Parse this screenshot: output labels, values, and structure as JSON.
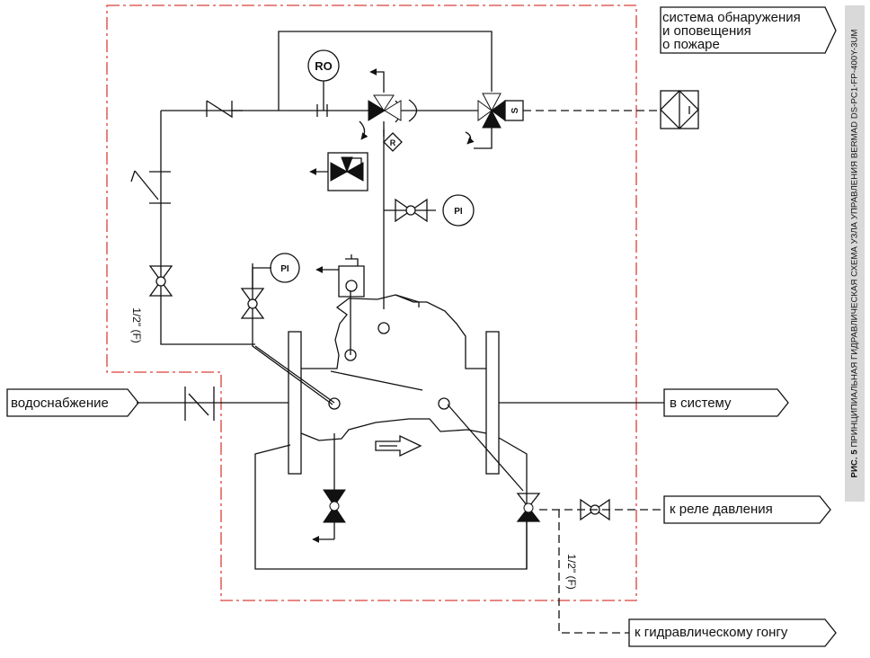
{
  "labels": {
    "water_supply": "водоснабжение",
    "to_system": "в систему",
    "to_pressure_relay": "к реле давления",
    "to_hydraulic_gong": "к гидравлическому гонгу",
    "fire_system_line1": "система обнаружения",
    "fire_system_line2": "и оповещения",
    "fire_system_line3": "о пожаре",
    "pipe_size_left": "1/2\" (F)",
    "pipe_size_right": "1/2\" (F)"
  },
  "symbols": {
    "ro": "RO",
    "pi_top": "PI",
    "pi_left": "PI",
    "solenoid": "S",
    "relief": "R"
  },
  "caption": {
    "prefix": "РИС. 5",
    "text": "ПРИНЦИПИАЛЬНАЯ ГИДРАВЛИЧЕСКАЯ СХЕМА УЗЛА УПРАВЛЕНИЯ BERMAD DS-PC1-FP-400Y-3UM"
  },
  "colors": {
    "line": "#111111",
    "boundary": "#d9403a",
    "caption_bg": "#d9d9d9"
  }
}
